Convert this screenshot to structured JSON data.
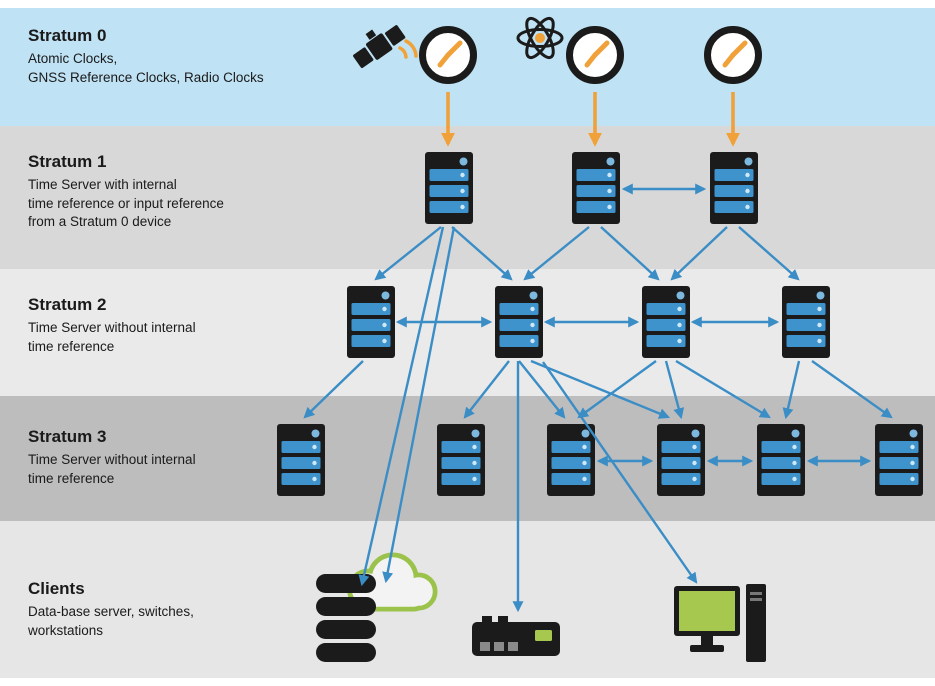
{
  "sections": [
    {
      "id": "stratum0",
      "title": "Stratum 0",
      "desc": "Atomic Clocks,\nGNSS Reference Clocks, Radio Clocks"
    },
    {
      "id": "stratum1",
      "title": "Stratum 1",
      "desc": "Time Server with internal\ntime reference or input reference\nfrom a Stratum 0 device"
    },
    {
      "id": "stratum2",
      "title": "Stratum 2",
      "desc": "Time Server without internal\ntime reference"
    },
    {
      "id": "stratum3",
      "title": "Stratum 3",
      "desc": "Time Server without internal\ntime reference"
    },
    {
      "id": "clients",
      "title": "Clients",
      "desc": "Data-base server, switches,\nworkstations"
    }
  ],
  "node_counts": {
    "stratum1_servers": 3,
    "stratum2_servers": 4,
    "stratum3_servers": 6
  },
  "icons": {
    "satellite": "gnss-satellite-icon",
    "atom": "atomic-clock-atom-icon",
    "clock": "analog-reference-clock-icon",
    "server": "time-server-rack-icon",
    "cloud": "network-cloud-icon",
    "database": "database-server-stack-icon",
    "switch": "network-switch-icon",
    "monitor": "workstation-monitor-icon",
    "tower": "workstation-tower-icon"
  },
  "colors": {
    "stratum0_band": "#bfe2f4",
    "stratum1_band": "#d8d8d8",
    "stratum2_band": "#eaeaea",
    "stratum3_band": "#bdbdbd",
    "clients_band": "#e6e6e6",
    "arrow_blue": "#3b8dc6",
    "arrow_orange": "#f0a13a",
    "server_bar_blue": "#3f93cc",
    "cloud_green": "#9bc24b",
    "screen_green": "#a6c84e",
    "icon_black": "#1b1b1b"
  }
}
